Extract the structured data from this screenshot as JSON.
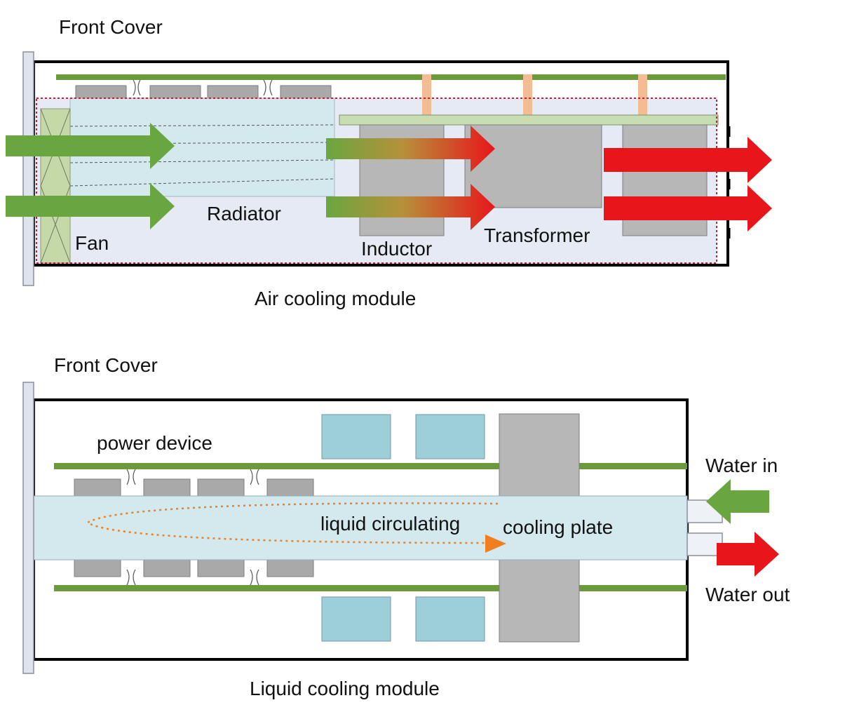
{
  "colors": {
    "cold_air": "#6aa640",
    "hot_air": "#e8161a",
    "board": "#6b9a3c",
    "component": "#a9a9a9",
    "plate": "#d3e9ee",
    "capacitor": "#9ccfd8",
    "enclosure_fill": "#e6eaf4",
    "dashed_outline": "#b0283a",
    "flow_arrow": "#f07f1f",
    "standoff": "#f4bc93"
  },
  "air_module": {
    "front_cover_label": "Front Cover",
    "fan_label": "Fan",
    "radiator_label": "Radiator",
    "inductor_label": "Inductor",
    "transformer_label": "Transformer",
    "caption": "Air cooling module"
  },
  "liquid_module": {
    "front_cover_label": "Front Cover",
    "power_device_label": "power device",
    "liquid_circulating_label": "liquid circulating",
    "cooling_plate_label": "cooling plate",
    "water_in_label": "Water in",
    "water_out_label": "Water out",
    "caption": "Liquid cooling module"
  }
}
